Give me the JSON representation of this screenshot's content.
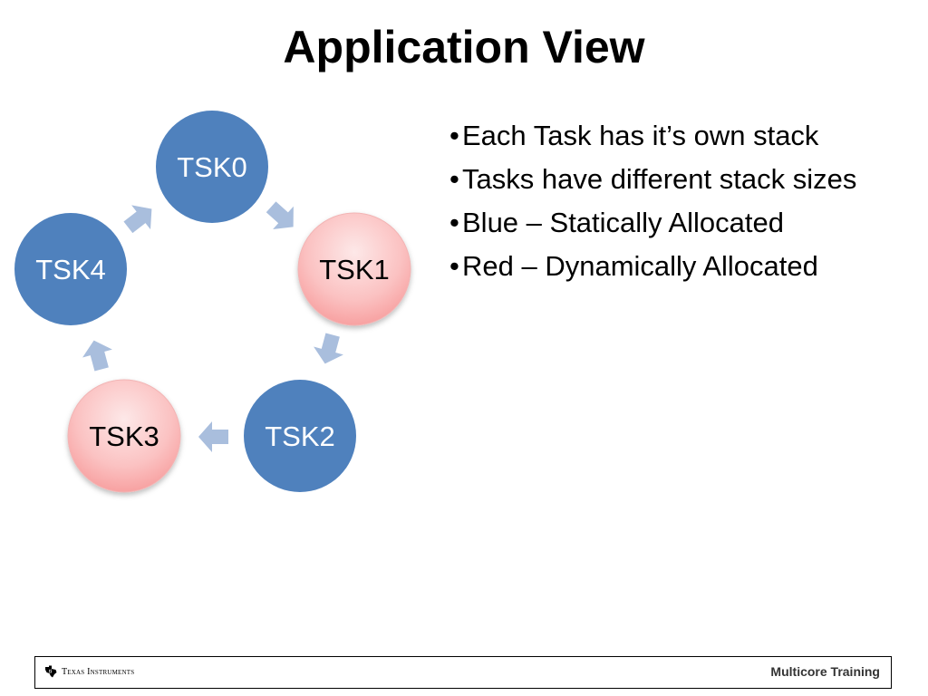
{
  "title": "Application View",
  "nodes": [
    {
      "label": "TSK0",
      "allocation": "static"
    },
    {
      "label": "TSK1",
      "allocation": "dynamic"
    },
    {
      "label": "TSK2",
      "allocation": "static"
    },
    {
      "label": "TSK3",
      "allocation": "dynamic"
    },
    {
      "label": "TSK4",
      "allocation": "static"
    }
  ],
  "bullets": [
    "Each Task has it’s own stack",
    "Tasks have different stack sizes",
    "Blue – Statically Allocated",
    "Red – Dynamically Allocated"
  ],
  "bullet_marker": "•",
  "footer": {
    "left_logo": "Texas Instruments",
    "right_text": "Multicore Training"
  },
  "colors": {
    "static_fill": "#4f81bd",
    "dynamic_fill_top": "#fde4e4",
    "dynamic_fill_bottom": "#f9a3a3",
    "arrow": "#a9bedd"
  }
}
